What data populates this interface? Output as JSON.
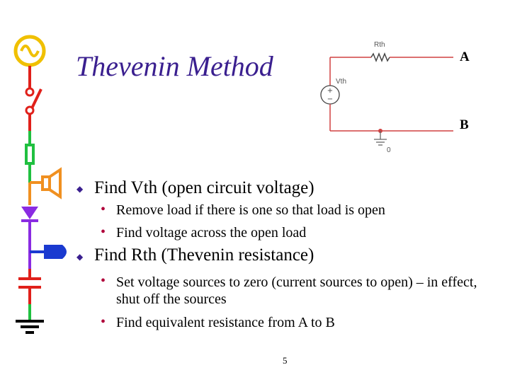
{
  "slide": {
    "title": "Thevenin Method",
    "page_number": "5"
  },
  "circuit": {
    "rth_label": "Rth",
    "vth_label": "Vth",
    "node_a": "A",
    "node_b": "B",
    "ground_label": "0"
  },
  "bullets": [
    {
      "text": "Find Vth (open circuit voltage)",
      "sub": [
        "Remove load if there is one so that load is open",
        "Find voltage across the open load"
      ]
    },
    {
      "text": "Find Rth (Thevenin resistance)",
      "sub": [
        "Set voltage sources to zero (current sources to open) – in effect, shut off the sources",
        "Find equivalent resistance from A to B"
      ]
    }
  ],
  "markers": {
    "level1": "◆",
    "level2": "•"
  }
}
